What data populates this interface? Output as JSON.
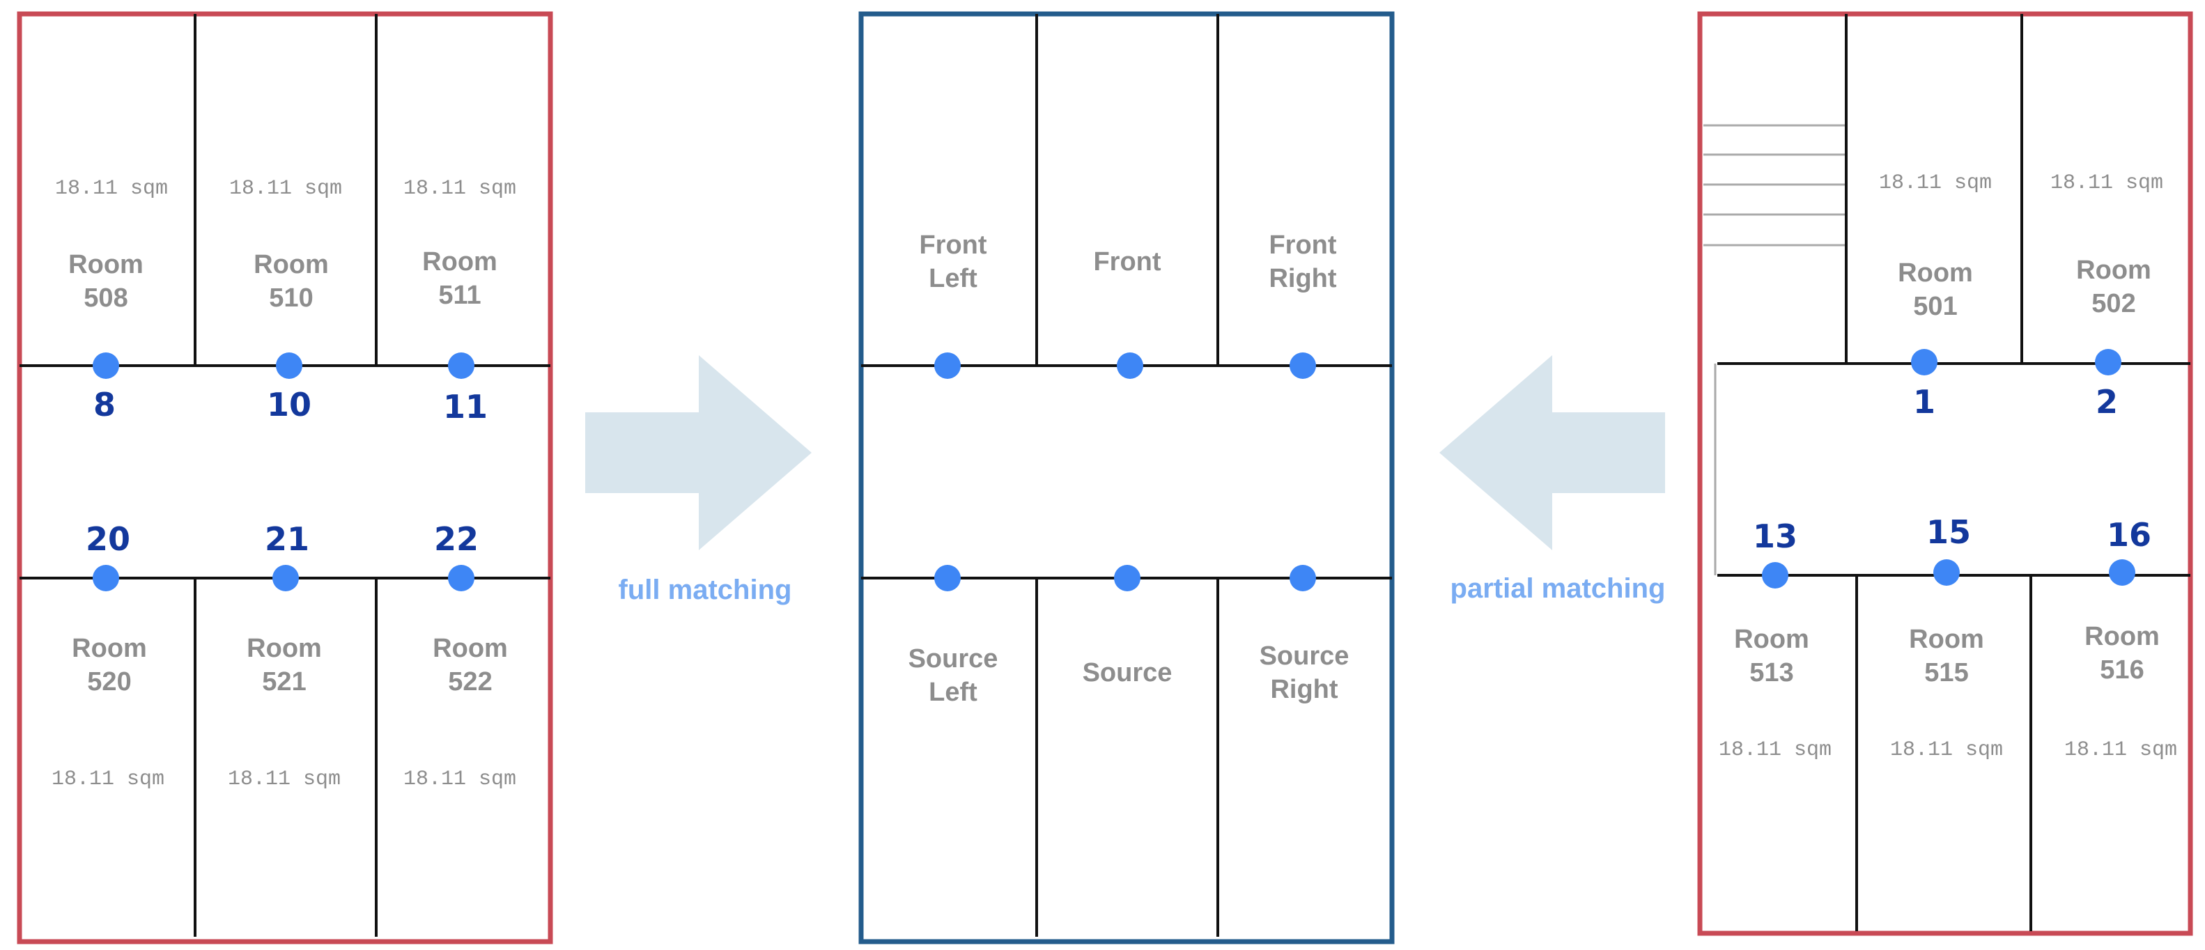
{
  "colors": {
    "plan_frame": "#c84a55",
    "template_frame": "#245c8c",
    "wall": "#111111",
    "dot": "#3e86f5",
    "number": "#13389c",
    "room_text": "#8d8d8d",
    "arrow": "#d8e5ed",
    "match_label": "#7aacf2"
  },
  "left_plan": {
    "rooms_top": [
      {
        "name": [
          "Room",
          "508"
        ],
        "area": "18.11 sqm",
        "number": "8"
      },
      {
        "name": [
          "Room",
          "510"
        ],
        "area": "18.11 sqm",
        "number": "10"
      },
      {
        "name": [
          "Room",
          "511"
        ],
        "area": "18.11 sqm",
        "number": "11"
      }
    ],
    "rooms_bottom": [
      {
        "name": [
          "Room",
          "520"
        ],
        "area": "18.11 sqm",
        "number": "20"
      },
      {
        "name": [
          "Room",
          "521"
        ],
        "area": "18.11 sqm",
        "number": "21"
      },
      {
        "name": [
          "Room",
          "522"
        ],
        "area": "18.11 sqm",
        "number": "22"
      }
    ]
  },
  "template": {
    "top": [
      {
        "name": [
          "Front",
          "Left"
        ]
      },
      {
        "name": [
          "Front"
        ]
      },
      {
        "name": [
          "Front",
          "Right"
        ]
      }
    ],
    "bottom": [
      {
        "name": [
          "Source",
          "Left"
        ]
      },
      {
        "name": [
          "Source"
        ]
      },
      {
        "name": [
          "Source",
          "Right"
        ]
      }
    ]
  },
  "right_plan": {
    "rooms_top": [
      {
        "name": [
          "Room",
          "501"
        ],
        "area": "18.11 sqm",
        "number": "1"
      },
      {
        "name": [
          "Room",
          "502"
        ],
        "area": "18.11 sqm",
        "number": "2"
      }
    ],
    "rooms_bottom": [
      {
        "name": [
          "Room",
          "513"
        ],
        "area": "18.11 sqm",
        "number": "13"
      },
      {
        "name": [
          "Room",
          "515"
        ],
        "area": "18.11 sqm",
        "number": "15"
      },
      {
        "name": [
          "Room",
          "516"
        ],
        "area": "18.11 sqm",
        "number": "16"
      }
    ]
  },
  "labels": {
    "full": "full matching",
    "partial": "partial matching"
  }
}
